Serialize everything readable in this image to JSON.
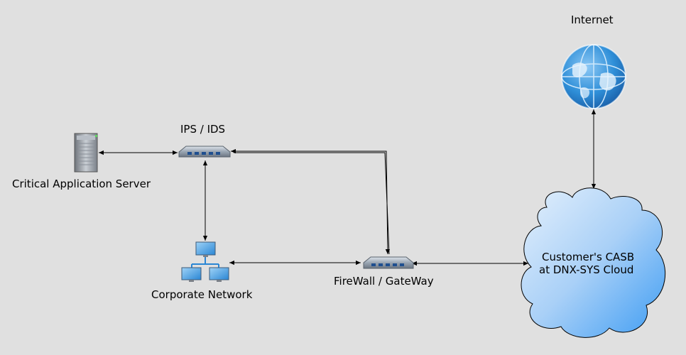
{
  "nodes": {
    "internet": {
      "label": "Internet"
    },
    "ips": {
      "label": "IPS / IDS"
    },
    "server": {
      "label": "Critical Application Server"
    },
    "corporate": {
      "label": "Corporate Network"
    },
    "firewall": {
      "label": "FireWall / GateWay"
    },
    "casb": {
      "line1": "Customer's CASB",
      "line2": "at DNX-SYS Cloud"
    }
  },
  "colors": {
    "background": "#e0e0e0",
    "cloud_light": "#d6e8fb",
    "cloud_dark": "#4aa3f5",
    "globe": "#2f8fd8",
    "connector": "#000000"
  },
  "icons": {
    "internet": "globe-icon",
    "ips": "network-switch-icon",
    "server": "server-tower-icon",
    "corporate": "computer-network-icon",
    "firewall": "network-switch-icon",
    "casb": "cloud-icon"
  }
}
